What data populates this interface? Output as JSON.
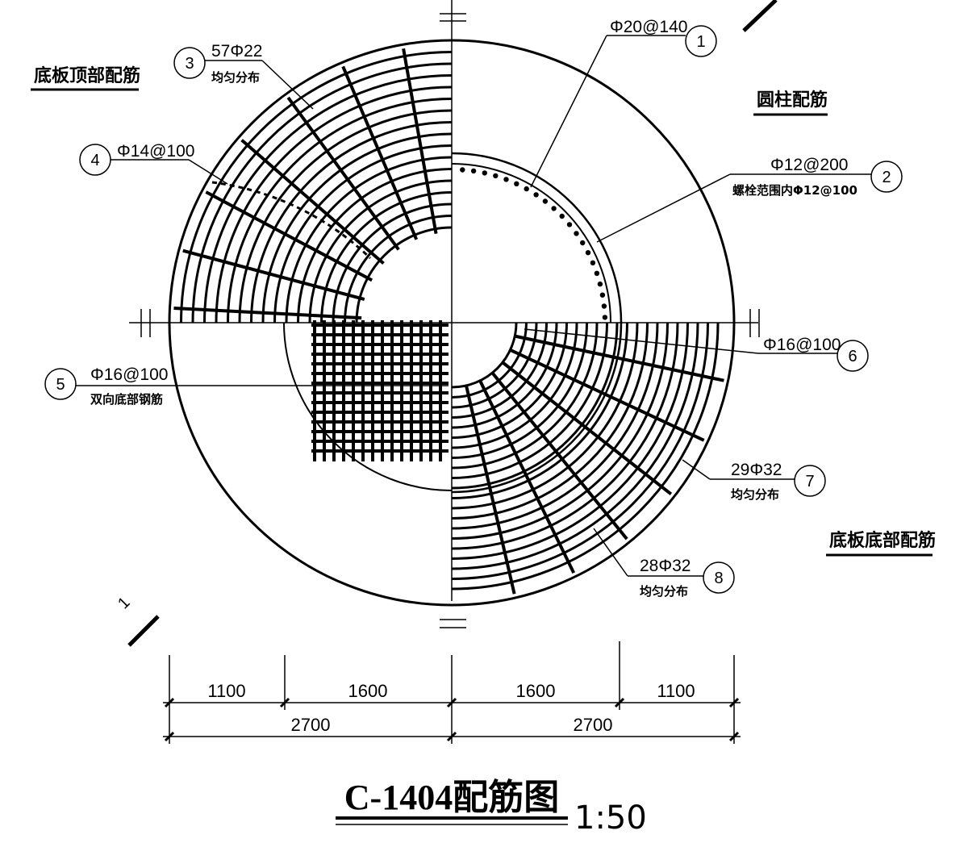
{
  "section_heads": {
    "bottom_slab_top": "底板顶部配筋",
    "column": "圆柱配筋",
    "bottom_slab_bottom": "底板底部配筋"
  },
  "callouts": [
    {
      "num": "1",
      "spec": "Φ20@140",
      "note": ""
    },
    {
      "num": "2",
      "spec": "Φ12@200",
      "note": "螺栓范围内Φ12@100"
    },
    {
      "num": "3",
      "spec": "57Φ22",
      "note": "均匀分布"
    },
    {
      "num": "4",
      "spec": "Φ14@100",
      "note": ""
    },
    {
      "num": "5",
      "spec": "Φ16@100",
      "note": "双向底部钢筋"
    },
    {
      "num": "6",
      "spec": "Φ16@100",
      "note": ""
    },
    {
      "num": "7",
      "spec": "29Φ32",
      "note": "均匀分布"
    },
    {
      "num": "8",
      "spec": "28Φ32",
      "note": "均匀分布"
    }
  ],
  "section_mark": "1",
  "dimensions": {
    "segments": [
      "1100",
      "1600",
      "1600",
      "1100"
    ],
    "totals": [
      "2700",
      "2700"
    ]
  },
  "title": "C-1404配筋图",
  "scale": "1:50"
}
